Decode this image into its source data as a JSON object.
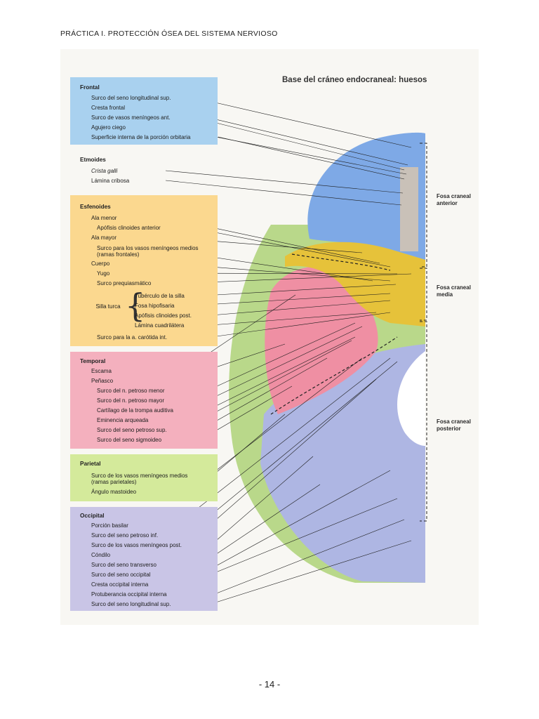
{
  "header": "PRÁCTICA I. PROTECCIÓN ÓSEA DEL SISTEMA NERVIOSO",
  "page_number": "- 14 -",
  "plate_title": "Base del cráneo endocraneal: huesos",
  "colors": {
    "frontal": "#a9d1ef",
    "etmoides": "#ffffff",
    "esfenoides": "#fbd88f",
    "temporal": "#f4b0be",
    "parietal": "#d4ea9b",
    "occipital": "#c9c5e6",
    "skull_blue": "#7ea9e6",
    "skull_yellow": "#e6c23a",
    "skull_pink": "#ef8fa3",
    "skull_green": "#b9d88a",
    "skull_lavender": "#aeb6e3"
  },
  "groups": {
    "frontal": {
      "title": "Frontal",
      "labels": [
        "Surco del seno longitudinal sup.",
        "Cresta frontal",
        "Surco de vasos meníngeos ant.",
        "Agujero ciego",
        "Superficie interna de la porción orbitaria"
      ]
    },
    "etmoides": {
      "title": "Etmoides",
      "labels": [
        "Crista galli",
        "Lámina cribosa"
      ]
    },
    "esfenoides": {
      "title": "Esfenoides",
      "labels": [
        "Ala menor",
        "Apófisis clinoides anterior",
        "Ala mayor",
        "Surco para los vasos meníngeos medios (ramas frontales)",
        "Cuerpo",
        "Yugo",
        "Surco prequiasmático"
      ],
      "silla_turca": {
        "caption": "Silla turca",
        "labels": [
          "Tubérculo de la silla",
          "Fosa hipofisaria",
          "Apófisis clinoides post.",
          "Lámina cuadrilátera"
        ]
      },
      "last_label": "Surco para la a. carótida int."
    },
    "temporal": {
      "title": "Temporal",
      "labels": [
        "Escama",
        "Peñasco",
        "Surco del n. petroso menor",
        "Surco del n. petroso mayor",
        "Cartílago de la trompa auditiva",
        "Eminencia arqueada",
        "Surco del seno petroso sup.",
        "Surco del seno sigmoideo"
      ]
    },
    "parietal": {
      "title": "Parietal",
      "labels": [
        "Surco de los vasos meníngeos medios (ramas parietales)",
        "Ángulo mastoideo"
      ]
    },
    "occipital": {
      "title": "Occipital",
      "labels": [
        "Porción basilar",
        "Surco del seno petroso inf.",
        "Surco de los vasos meníngeos post.",
        "Cóndilo",
        "Surco del seno transverso",
        "Surco del seno occipital",
        "Cresta occipital interna",
        "Protuberancia occipital interna",
        "Surco del seno longitudinal sup."
      ]
    }
  },
  "fosas": {
    "anterior": "Fosa craneal anterior",
    "media": "Fosa craneal media",
    "posterior": "Fosa craneal posterior"
  }
}
